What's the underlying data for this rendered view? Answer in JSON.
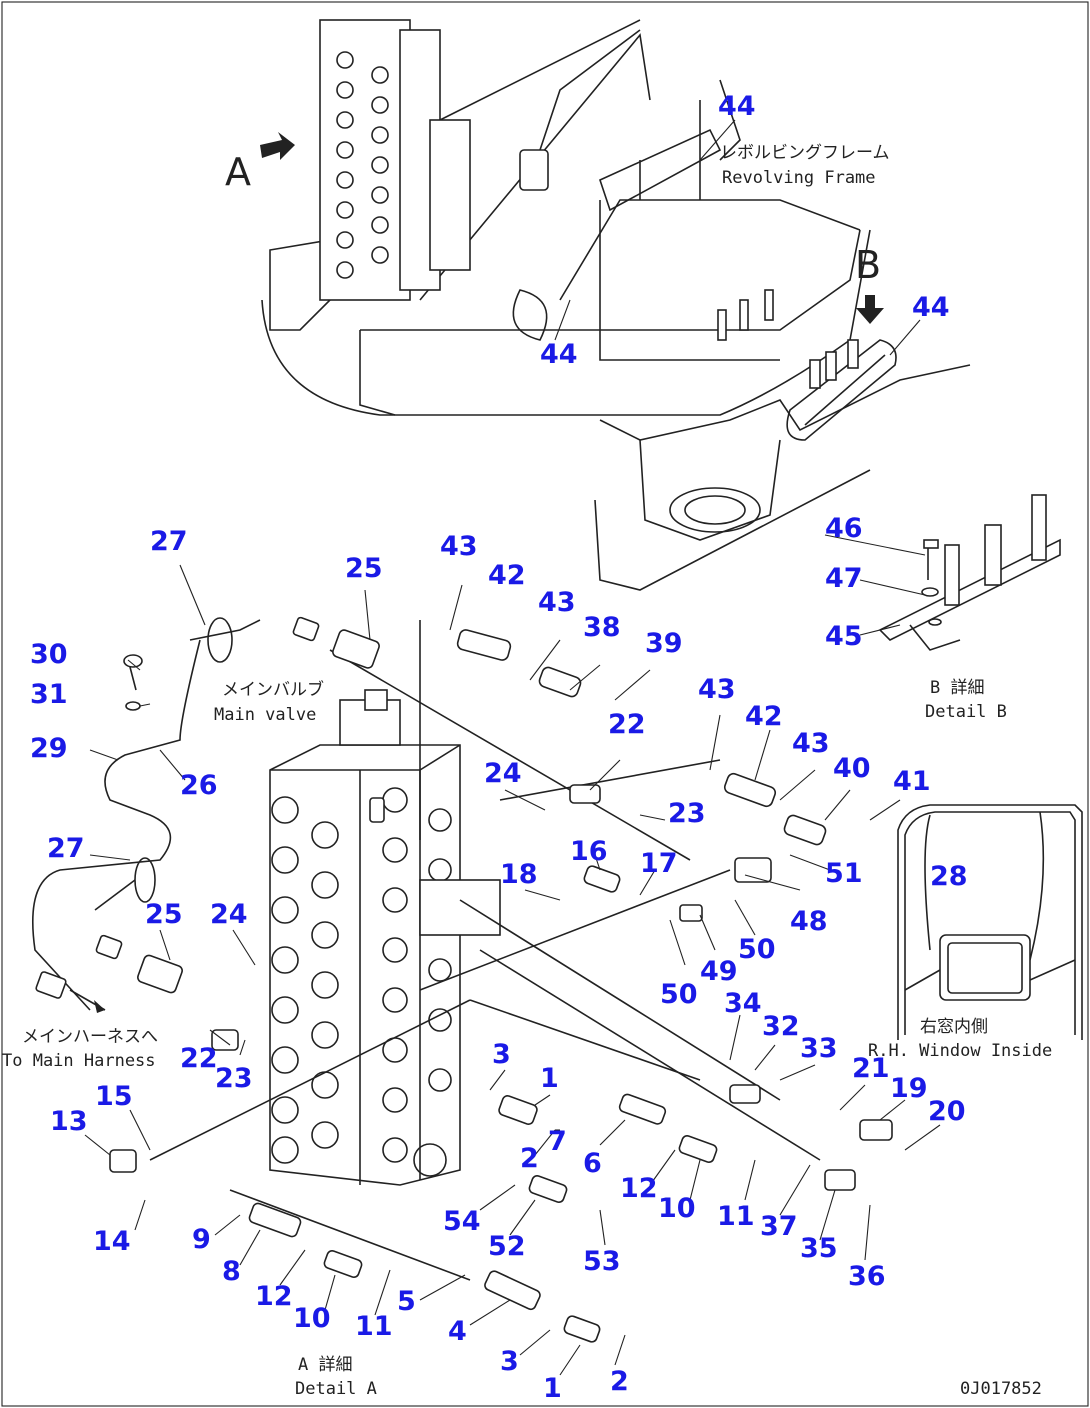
{
  "frame": {
    "jp": "レボルビングフレーム",
    "en": "Revolving Frame"
  },
  "main_valve": {
    "jp": "メインバルブ",
    "en": "Main valve"
  },
  "harness": {
    "jp": "メインハーネスへ",
    "en": "To Main Harness"
  },
  "detail_a": {
    "jp": "A 詳細",
    "en": "Detail A"
  },
  "detail_b": {
    "jp": "B 詳細",
    "en": "Detail B"
  },
  "window": {
    "jp": "右窓内側",
    "en": "R.H. Window Inside"
  },
  "view_a": "A",
  "view_b": "B",
  "drawing_code": "0J017852",
  "part_numbers": [
    "44",
    "44",
    "44",
    "46",
    "47",
    "45",
    "27",
    "25",
    "43",
    "42",
    "43",
    "38",
    "39",
    "30",
    "31",
    "29",
    "26",
    "22",
    "24",
    "23",
    "43",
    "42",
    "43",
    "40",
    "41",
    "27",
    "18",
    "16",
    "17",
    "51",
    "28",
    "25",
    "24",
    "48",
    "49",
    "50",
    "50",
    "34",
    "32",
    "33",
    "22",
    "23",
    "3",
    "1",
    "21",
    "19",
    "20",
    "15",
    "13",
    "7",
    "6",
    "2",
    "12",
    "10",
    "11",
    "37",
    "35",
    "36",
    "14",
    "54",
    "52",
    "53",
    "9",
    "8",
    "12",
    "10",
    "11",
    "5",
    "4",
    "3",
    "1",
    "2"
  ],
  "colors": {
    "part_number": "#1a1ae6",
    "line": "#222222"
  }
}
